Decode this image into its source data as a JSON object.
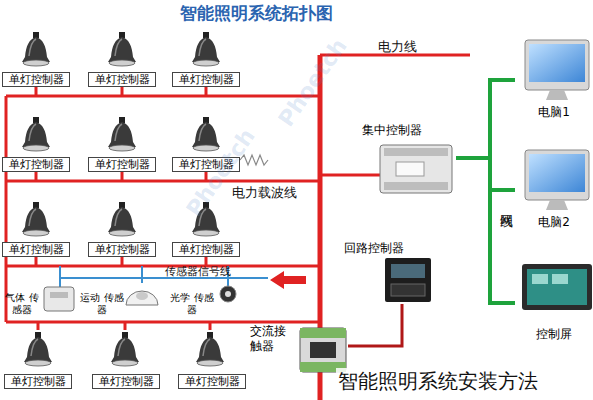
{
  "diagram": {
    "title": "智能照明系统拓扑图",
    "caption": "智能照明系统安装方法",
    "nodes": [
      {
        "text": [
          "单灯控制器"
        ]
      },
      {
        "text": [
          "单灯控制器"
        ]
      },
      {
        "text": [
          "单灯控制器"
        ]
      },
      {
        "text": [
          "单灯控制器"
        ]
      },
      {
        "text": [
          "单灯控制器"
        ]
      },
      {
        "text": [
          "单灯控制器"
        ]
      },
      {
        "text": [
          "单灯控制器"
        ]
      },
      {
        "text": [
          "单灯控制器"
        ]
      },
      {
        "text": [
          "单灯控制器"
        ]
      },
      {
        "text": [
          "气体 传感器"
        ]
      },
      {
        "text": [
          "运动 传感器"
        ]
      },
      {
        "text": [
          "光学 传感器"
        ]
      },
      {
        "text": [
          "单灯控制器"
        ]
      },
      {
        "text": [
          "单灯控制器"
        ]
      },
      {
        "text": [
          "单灯控制器"
        ]
      },
      {
        "text": [
          "集中控制器"
        ]
      },
      {
        "text": [
          "回路控制器"
        ]
      },
      {
        "text": [
          "交流接 触器"
        ]
      },
      {
        "text": [
          "电脑1"
        ]
      },
      {
        "text": [
          "电脑2"
        ]
      },
      {
        "text": [
          "控制屏"
        ]
      }
    ],
    "edges": [
      {
        "from": 15,
        "to": 18,
        "arrow": "none"
      },
      {
        "from": 15,
        "to": 19,
        "arrow": "none"
      },
      {
        "from": 15,
        "to": 20,
        "arrow": "none"
      },
      {
        "from": 16,
        "to": 17,
        "arrow": "none"
      }
    ],
    "labels": [
      "电力线",
      "电力载波线",
      "网线",
      "传感器信号线",
      "Phoetch",
      "Phoetch"
    ]
  }
}
